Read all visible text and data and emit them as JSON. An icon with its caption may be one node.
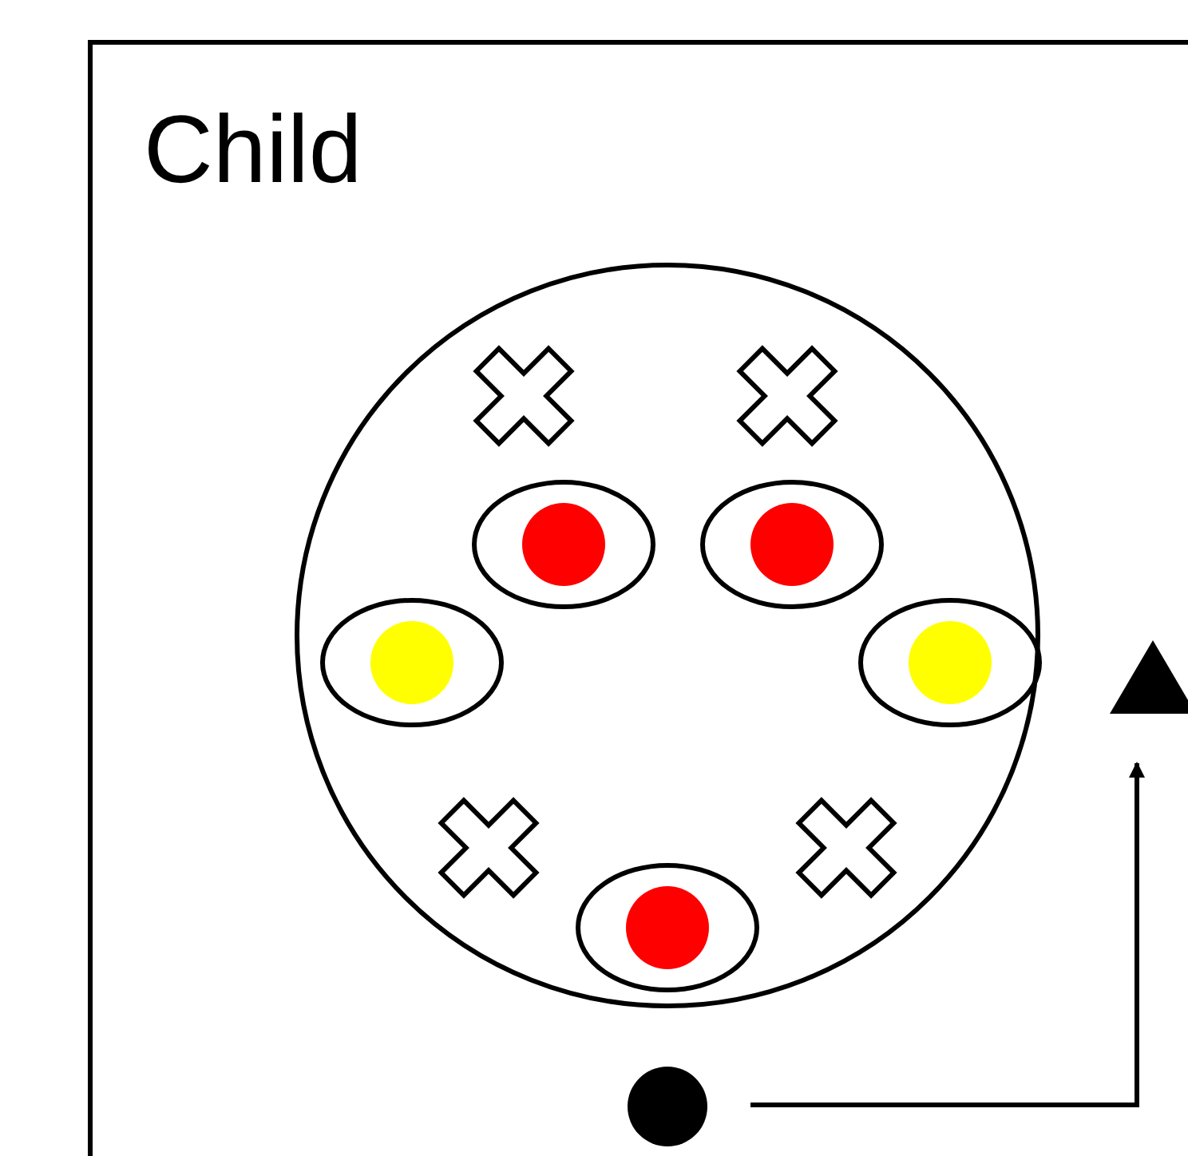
{
  "diagram": {
    "nodes": [
      {
        "text": [
          "Child"
        ]
      },
      {
        "text": [],
        "shape": "circle",
        "in": 0
      },
      {
        "text": [],
        "shape": "triangle",
        "in": 0
      }
    ],
    "edges": [
      {
        "from": 1,
        "to": 2,
        "arrow": "to"
      }
    ]
  }
}
